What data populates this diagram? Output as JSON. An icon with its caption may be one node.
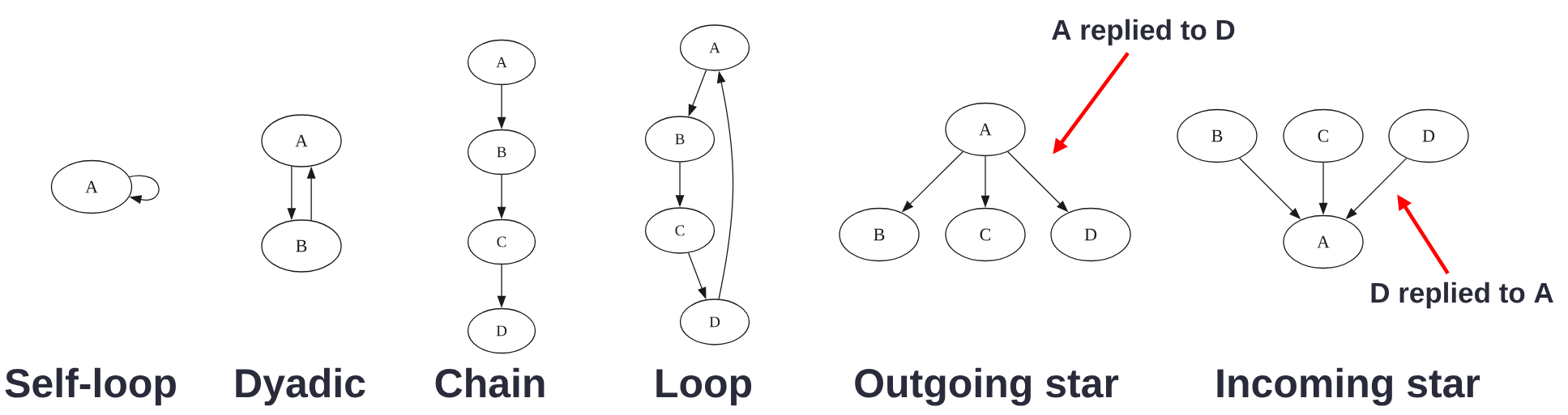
{
  "diagram": {
    "nodes": [
      {
        "text": [
          "A"
        ]
      },
      {
        "text": [
          "A"
        ]
      },
      {
        "text": [
          "B"
        ]
      },
      {
        "text": [
          "A"
        ]
      },
      {
        "text": [
          "B"
        ]
      },
      {
        "text": [
          "C"
        ]
      },
      {
        "text": [
          "D"
        ]
      },
      {
        "text": [
          "A"
        ]
      },
      {
        "text": [
          "B"
        ]
      },
      {
        "text": [
          "C"
        ]
      },
      {
        "text": [
          "D"
        ]
      },
      {
        "text": [
          "A"
        ]
      },
      {
        "text": [
          "B"
        ]
      },
      {
        "text": [
          "C"
        ]
      },
      {
        "text": [
          "D"
        ]
      },
      {
        "text": [
          "B"
        ]
      },
      {
        "text": [
          "C"
        ]
      },
      {
        "text": [
          "D"
        ]
      },
      {
        "text": [
          "A"
        ]
      },
      {
        "text": [
          "A replied to D"
        ]
      },
      {
        "text": [
          "D replied to A"
        ]
      }
    ],
    "edges": [
      {
        "from": 0,
        "to": 0,
        "arrow": "to"
      },
      {
        "from": 1,
        "to": 2,
        "arrow": "to"
      },
      {
        "from": 2,
        "to": 1,
        "arrow": "to"
      },
      {
        "from": 3,
        "to": 4,
        "arrow": "to"
      },
      {
        "from": 4,
        "to": 5,
        "arrow": "to"
      },
      {
        "from": 5,
        "to": 6,
        "arrow": "to"
      },
      {
        "from": 7,
        "to": 8,
        "arrow": "to"
      },
      {
        "from": 8,
        "to": 9,
        "arrow": "to"
      },
      {
        "from": 9,
        "to": 10,
        "arrow": "to"
      },
      {
        "from": 10,
        "to": 7,
        "arrow": "to"
      },
      {
        "from": 11,
        "to": 12,
        "arrow": "to"
      },
      {
        "from": 11,
        "to": 13,
        "arrow": "to"
      },
      {
        "from": 11,
        "to": 14,
        "arrow": "to"
      },
      {
        "from": 15,
        "to": 18,
        "arrow": "to"
      },
      {
        "from": 16,
        "to": 18,
        "arrow": "to"
      },
      {
        "from": 17,
        "to": 18,
        "arrow": "to"
      },
      {
        "from": 19,
        "to": null,
        "arrow": "to",
        "style": "thick",
        "color": "#ff0000"
      },
      {
        "from": 20,
        "to": null,
        "arrow": "to",
        "style": "thick",
        "color": "#ff0000"
      }
    ],
    "labels": [
      "Self-loop",
      "Dyadic",
      "Chain",
      "Loop",
      "Outgoing star",
      "Incoming star"
    ]
  }
}
